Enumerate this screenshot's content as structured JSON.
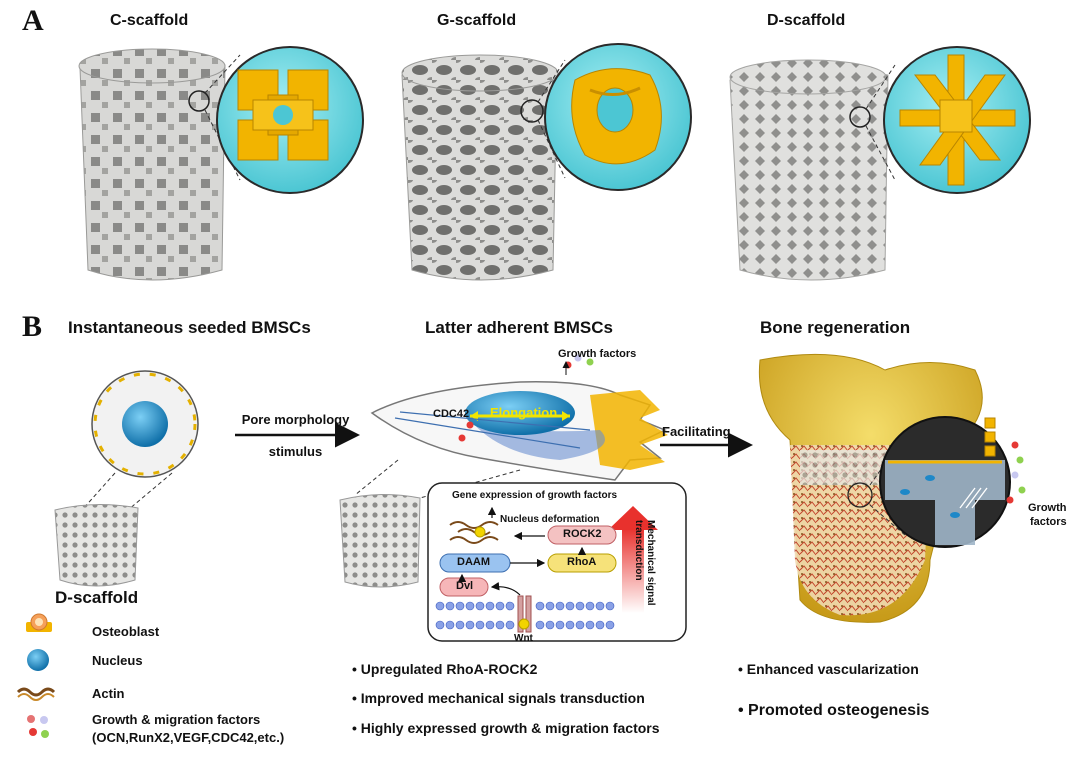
{
  "panel_a": {
    "letter": "A",
    "scaffolds": [
      {
        "name": "C-scaffold"
      },
      {
        "name": "G-scaffold"
      },
      {
        "name": "D-scaffold"
      }
    ]
  },
  "panel_b": {
    "letter": "B",
    "section_titles": {
      "seeded": "Instantaneous seeded  BMSCs",
      "adherent": "Latter adherent BMSCs",
      "regeneration": "Bone regeneration"
    },
    "arrow1_label_line1": "Pore morphology",
    "arrow1_label_line2": "stimulus",
    "arrow2_label": "Facilitating",
    "d_scaffold_label": "D-scaffold",
    "cell": {
      "growth_factors": "Growth  factors",
      "cdc42": "CDC42",
      "elongation": "Elongation"
    },
    "pathway": {
      "gene_expression": "Gene expression of growth factors",
      "nucleus_deformation": "Nucleus deformation",
      "rock2": "ROCK2",
      "daam": "DAAM",
      "rhoa": "RhoA",
      "dvl": "Dvl",
      "wnt": "Wnt",
      "mech_line1": "Mechanical signal",
      "mech_line2": "transduction"
    },
    "bone": {
      "growth_line1": "Growth",
      "growth_line2": "factors"
    },
    "bullets_middle": [
      "Upregulated  RhoA-ROCK2",
      "Improved mechanical signals transduction",
      "Highly expressed growth & migration factors"
    ],
    "bullets_right": [
      "Enhanced vascularization",
      "Promoted osteogenesis"
    ],
    "legend": {
      "osteoblast": "Osteoblast",
      "nucleus": "Nucleus",
      "actin": "Actin",
      "factors_line1": "Growth & migration factors",
      "factors_line2": "(OCN,RunX2,VEGF,CDC42,etc.)"
    }
  },
  "colors": {
    "scaffold_gold": "#f2b400",
    "zoom_cyan": "#5fd3de",
    "nucleus_blue": "#1e88c8",
    "bone_yellow": "#e8c33a"
  }
}
